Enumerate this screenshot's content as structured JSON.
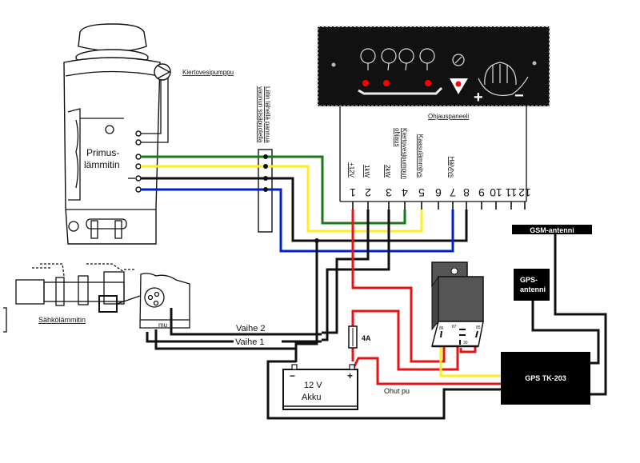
{
  "diagram": {
    "primus_heater": {
      "label_line1": "Primus-",
      "label_line2": "lämmitin"
    },
    "circulation_pump_label": "Kiertovesipumppu",
    "junction_note_line1": "Liitin lähellä pannua",
    "junction_note_line2": "vaunun sisäpuolella",
    "control_panel": {
      "label": "Ohjauspaneeli",
      "led_color": "#ff0000",
      "plus_sign": "+",
      "minus_sign": "−"
    },
    "terminals": [
      {
        "number": "1",
        "function": "+12V"
      },
      {
        "number": "2",
        "function": "1kW"
      },
      {
        "number": "3",
        "function": "2kW"
      },
      {
        "number": "4",
        "function_line1": "Kiertovesipumpun",
        "function_line2": "ohjaus"
      },
      {
        "number": "5",
        "function": "Kaasulämmitys"
      },
      {
        "number": "6",
        "function": ""
      },
      {
        "number": "7",
        "function": "Hälytys"
      },
      {
        "number": "8",
        "function": ""
      },
      {
        "number": "9",
        "function": ""
      },
      {
        "number": "10",
        "function": ""
      },
      {
        "number": "11",
        "function": ""
      },
      {
        "number": "12",
        "function": ""
      }
    ],
    "electric_heater_label": "Sähkölämmitin",
    "connector_label": "mu",
    "phase_2_label": "Vaihe 2",
    "phase_1_label": "Vaihe 1",
    "fuse_label": "4A",
    "battery": {
      "voltage": "12 V",
      "name": "Akku",
      "neg": "−",
      "pos": "+"
    },
    "thin_wire_label": "Ohut pu",
    "relay_pins": [
      "86",
      "87",
      "85",
      "30"
    ],
    "gsm_antenna_label": "GSM-antenni",
    "gps_antenna_line1": "GPS-",
    "gps_antenna_line2": "antenni",
    "gps_tracker_label": "GPS TK-203",
    "wire_colors": {
      "green": "#1a7a1a",
      "yellow": "#ffee22",
      "black": "#111111",
      "blue": "#0022cc",
      "red": "#e61414"
    }
  }
}
